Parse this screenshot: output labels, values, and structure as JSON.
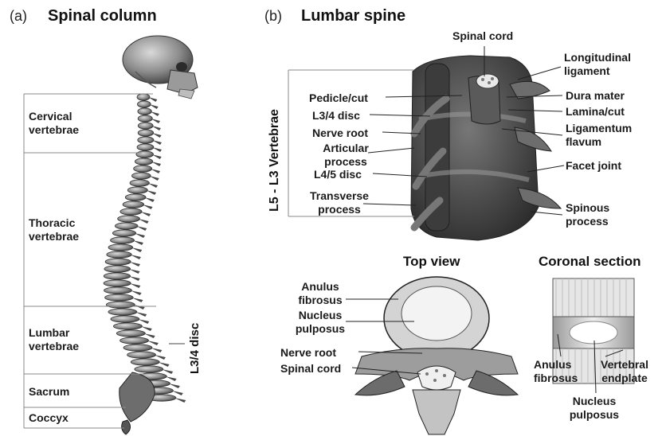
{
  "panel_a": {
    "letter": "(a)",
    "title": "Spinal column",
    "regions": {
      "cervical": "Cervical vertebrae",
      "thoracic": "Thoracic vertebrae",
      "lumbar": "Lumbar vertebrae",
      "sacrum": "Sacrum",
      "coccyx": "Coccyx"
    },
    "disc_label": "L3/4 disc"
  },
  "panel_b": {
    "letter": "(b)",
    "title": "Lumbar spine",
    "vertebrae_label": "L5 - L3 Vertebrae",
    "left_labels": {
      "pedicle": "Pedicle/cut",
      "l34_disc": "L3/4 disc",
      "nerve_root": "Nerve root",
      "articular": "Articular process",
      "l45_disc": "L4/5 disc",
      "transverse": "Transverse process"
    },
    "top_label": "Spinal cord",
    "right_labels": {
      "longitudinal": "Longitudinal ligament",
      "dura": "Dura mater",
      "lamina": "Lamina/cut",
      "flavum": "Ligamentum flavum",
      "facet": "Facet joint",
      "spinous": "Spinous process"
    }
  },
  "top_view": {
    "title": "Top view",
    "labels": {
      "anulus": "Anulus fibrosus",
      "nucleus": "Nucleus pulposus",
      "nerve_root": "Nerve root",
      "spinal_cord": "Spinal cord"
    }
  },
  "coronal_section": {
    "title": "Coronal section",
    "labels": {
      "anulus": "Anulus fibrosus",
      "endplate": "Vertebral endplate",
      "nucleus": "Nucleus pulposus"
    }
  }
}
